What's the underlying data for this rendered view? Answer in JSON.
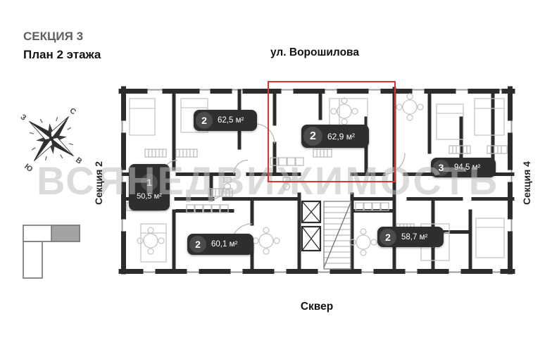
{
  "header": {
    "section_title": "СЕКЦИЯ 3",
    "plan_subtitle": "План 2 этажа"
  },
  "surroundings": {
    "street_top": "ул. Ворошилова",
    "park_bottom": "Сквер",
    "section_left": "Секция 2",
    "section_right": "Секция 4"
  },
  "compass": {
    "north": "С",
    "east": "В",
    "south": "Ю",
    "west": "З"
  },
  "watermark": "ВСЯНЕДВИЖИМОСТЬ",
  "apartments": [
    {
      "rooms": "2",
      "area": "62,5 м²",
      "selected": false
    },
    {
      "rooms": "2",
      "area": "62,9 м²",
      "selected": true
    },
    {
      "rooms": "3",
      "area": "94,5 м²",
      "selected": false
    },
    {
      "rooms": "1",
      "area": "50,5 м²",
      "selected": false
    },
    {
      "rooms": "2",
      "area": "60,1 м²",
      "selected": false
    },
    {
      "rooms": "2",
      "area": "58,7 м²",
      "selected": false
    }
  ],
  "colors": {
    "badge_background": "#2e2e2e",
    "badge_circle": "#4b4b4b",
    "highlight_red": "#e13232",
    "wall": "#2c2c2c",
    "section_title_gray": "#5f5f5f",
    "locator_fill": "#a3a3a3"
  }
}
